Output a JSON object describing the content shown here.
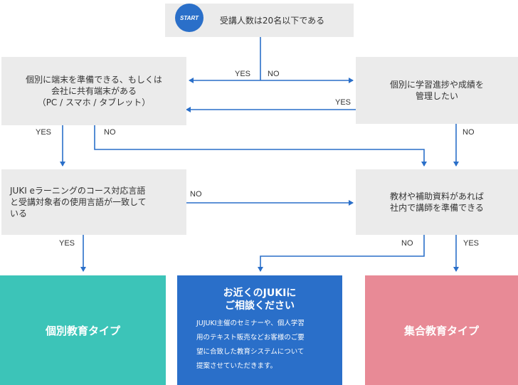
{
  "start": {
    "badge": "START",
    "question": "受講人数は20名以下である"
  },
  "nodes": {
    "device": "個別に端末を準備できる、もしくは\n会社に共有端末がある\n（PC / スマホ / タブレット）",
    "progress": "個別に学習進捗や成績を\n管理したい",
    "language": "JUKI eラーニングのコース対応言語\nと受講対象者の使用言語が一致して\nいる",
    "materials": "教材や補助資料があれば\n社内で講師を準備できる"
  },
  "labels": {
    "start_yes": "YES",
    "start_no": "NO",
    "progress_yes": "YES",
    "device_yes": "YES",
    "device_no": "NO",
    "progress_no": "NO",
    "language_no": "NO",
    "language_yes": "YES",
    "materials_no": "NO",
    "materials_yes": "YES"
  },
  "outcomes": {
    "individual": "個別教育タイプ",
    "consult_title": "お近くのJUKIに\nご相談ください",
    "consult_body": "JUJUKI主催のセミナーや、個人学習\n用のテキスト販売などお客様のご要\n望に合致した教育システムについて\n提案させていただきます。",
    "group": "集合教育タイプ"
  },
  "colors": {
    "teal": "#3cc4b8",
    "blue": "#2a6fc9",
    "pink": "#e88a96",
    "arrow": "#2a6fc9",
    "box": "#ebebeb"
  }
}
